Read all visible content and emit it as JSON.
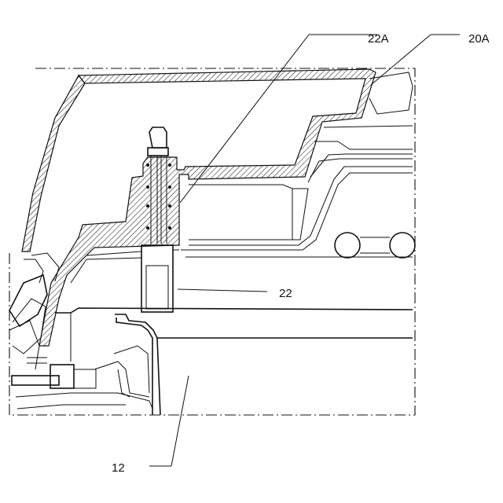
{
  "labels": {
    "ref_22A": "22A",
    "ref_20A": "20A",
    "ref_22": "22",
    "ref_12": "12"
  }
}
